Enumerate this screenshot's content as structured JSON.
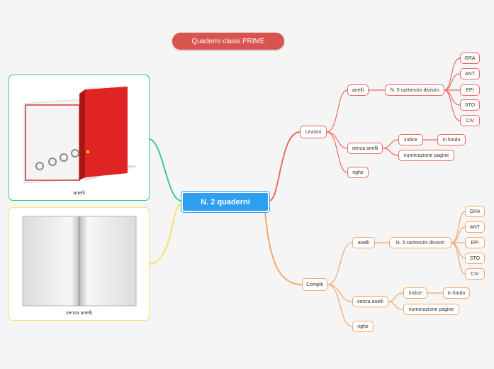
{
  "title": "Quaderni classi PRIME",
  "center": "N. 2 quaderni",
  "images": {
    "binder_caption": "anelli",
    "notebook_caption": "senza anelli"
  },
  "lezioni": {
    "label": "Lezioni",
    "anelli": "anelli",
    "cartoncini": "N. 5 cartoncini divisori",
    "subjects": [
      "GRA",
      "ANT",
      "EPI",
      "STO",
      "CIV"
    ],
    "senza_anelli": "senza anelli",
    "indice": "indice",
    "in_fondo": "in fondo",
    "numerazione": "numerazione pagine",
    "righe": "righe"
  },
  "compiti": {
    "label": "Compiti",
    "anelli": "anelli",
    "cartoncini": "N. 5 cartoncini divisori",
    "subjects": [
      "GRA",
      "ANT",
      "EPI",
      "STO",
      "CIV"
    ],
    "senza_anelli": "senza anelli",
    "indice": "indice",
    "in_fondo": "in fondo",
    "numerazione": "numerazione pagine",
    "righe": "righe"
  },
  "colors": {
    "title_bg": "#d9534f",
    "center_bg": "#2d9ff0",
    "lezioni_branch": "#ec6b61",
    "compiti_branch": "#f5a66b",
    "binder_branch": "#3ec98c",
    "notebook_branch": "#f4e36b"
  }
}
